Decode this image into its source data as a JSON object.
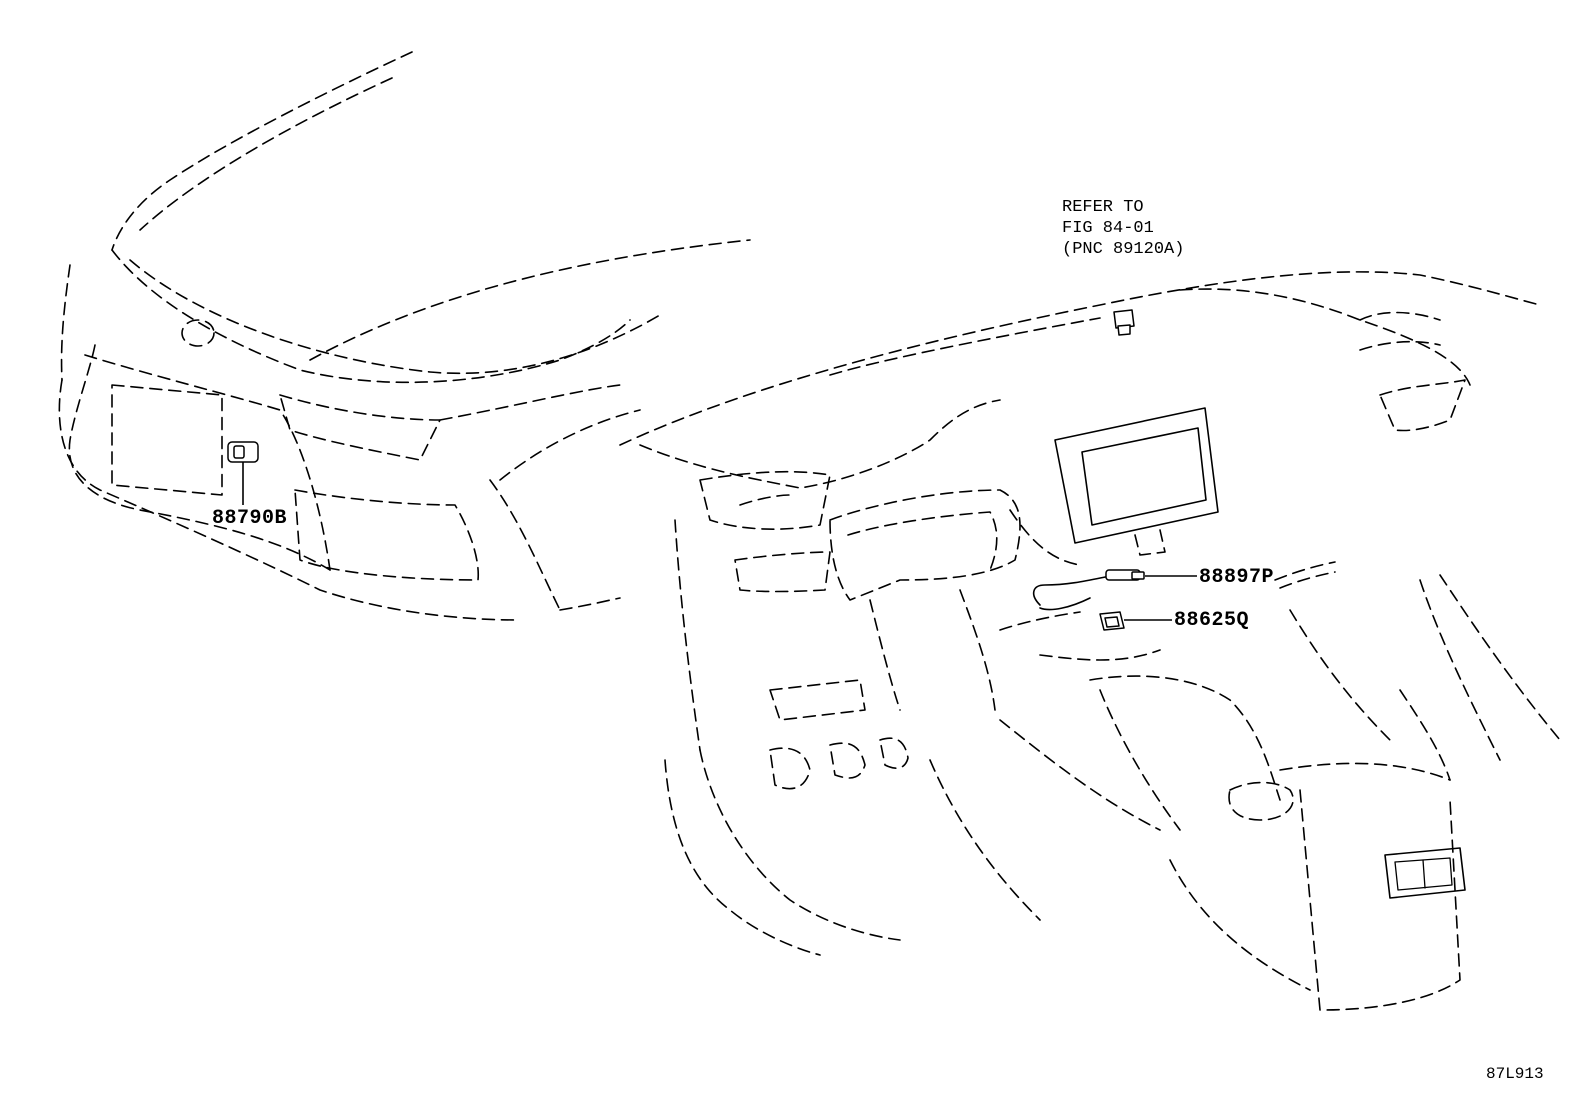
{
  "diagram": {
    "figure_id": "87L913",
    "note": {
      "line1": "REFER TO",
      "line2": "FIG 84-01",
      "line3": "(PNC 89120A)"
    },
    "callouts": {
      "front_sensor": "88790B",
      "wire_harness": "88897P",
      "connector": "88625Q"
    },
    "icons": {
      "front_view": "car-front-exterior-drawing",
      "interior_view": "dashboard-interior-drawing"
    }
  }
}
